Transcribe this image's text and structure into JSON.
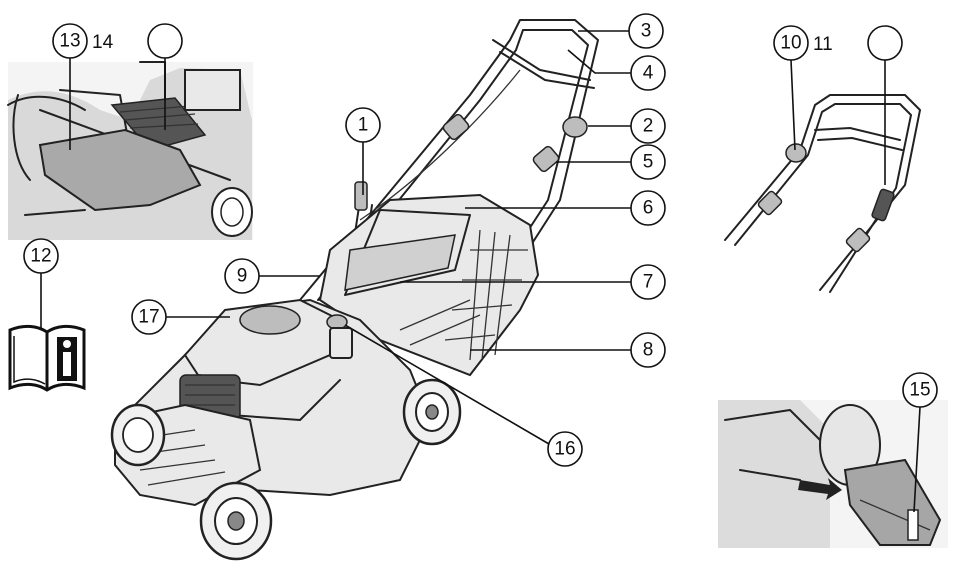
{
  "callouts": {
    "c1": "1",
    "c2": "2",
    "c3": "3",
    "c4": "4",
    "c5": "5",
    "c6": "6",
    "c7": "7",
    "c8": "8",
    "c9": "9",
    "c10": "10",
    "c11": "11",
    "c12": "12",
    "c13": "13",
    "c14": "14",
    "c15": "15",
    "c16": "16",
    "c17": "17"
  },
  "icons": {
    "manual": "read-manual-icon"
  },
  "colors": {
    "line": "#222222",
    "fill_light": "#e9e9e9",
    "fill_grey": "#bdbdbd"
  }
}
